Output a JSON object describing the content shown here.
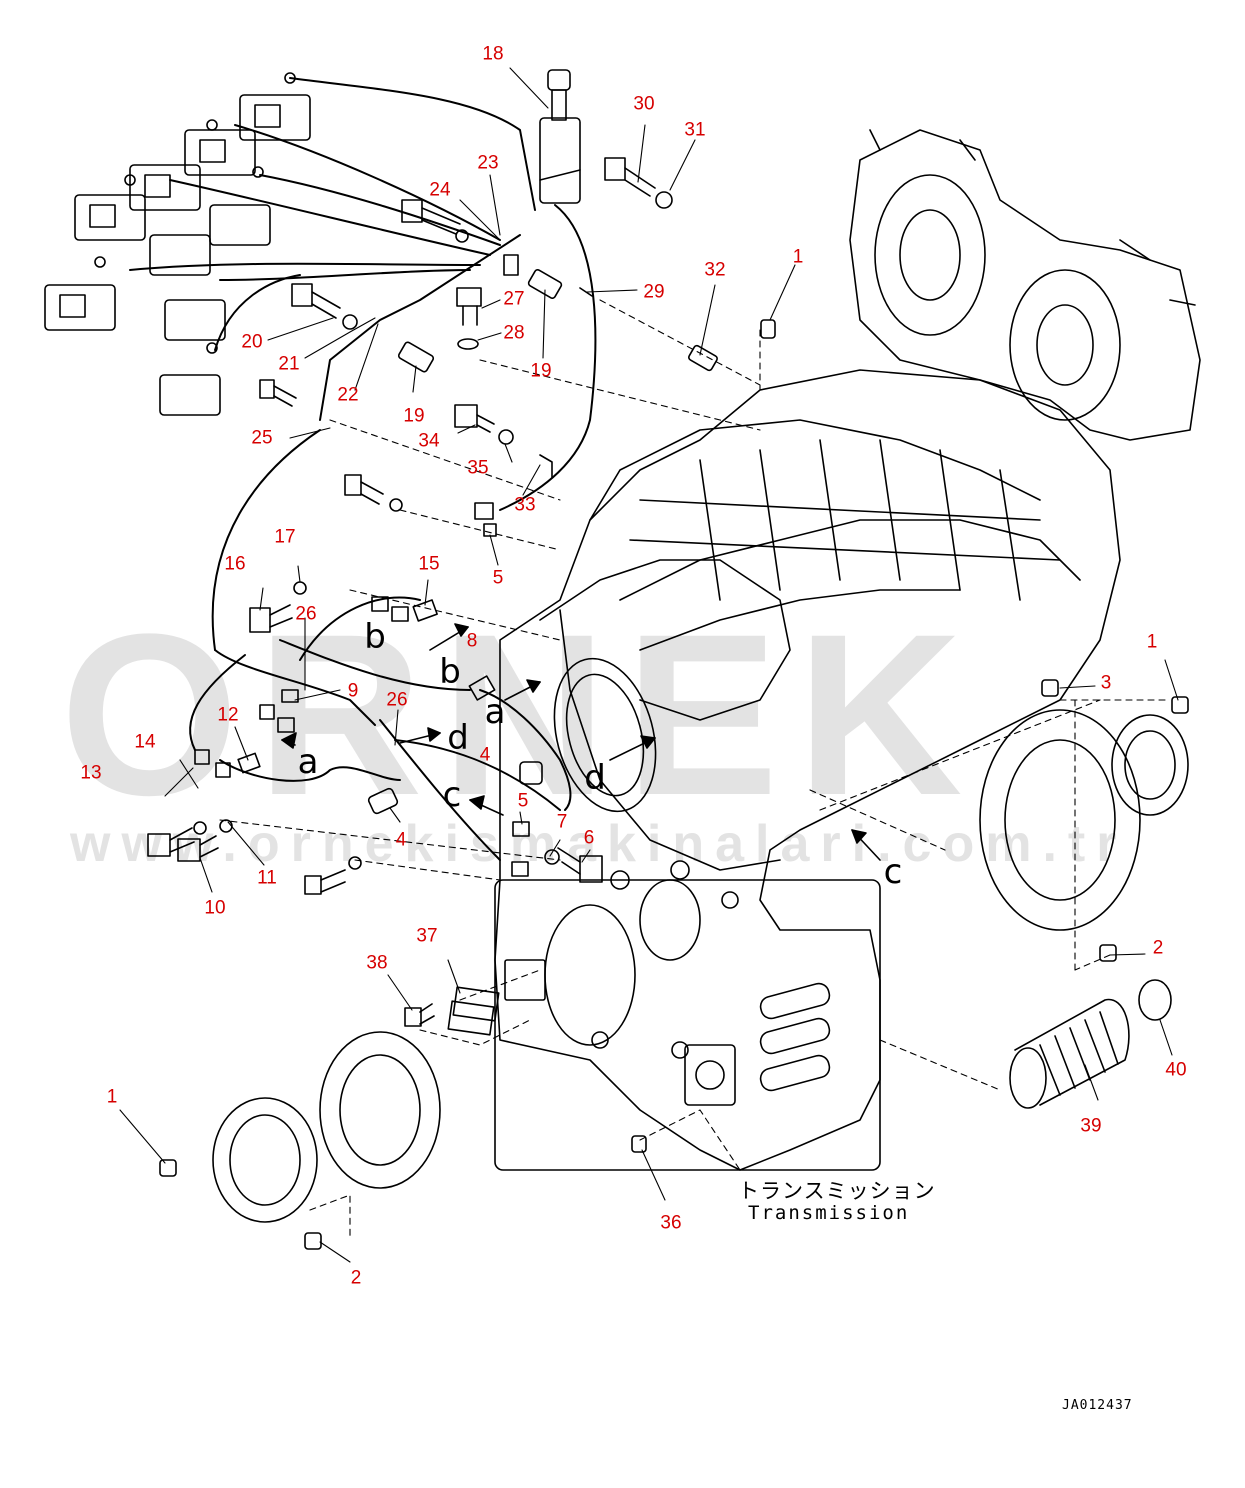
{
  "watermark": {
    "logo_text": "ORNEK",
    "url": "www.ornekismakinalari.com.tr"
  },
  "caption": {
    "japanese": "トランスミッション",
    "english": "Transmission"
  },
  "drawing_code": "JA012437",
  "callout_color": "#d60000",
  "callouts": [
    "18",
    "30",
    "31",
    "23",
    "24",
    "32",
    "1",
    "29",
    "27",
    "20",
    "28",
    "21",
    "19",
    "22",
    "19",
    "25",
    "34",
    "35",
    "33",
    "17",
    "16",
    "15",
    "26",
    "5",
    "8",
    "9",
    "26",
    "12",
    "4",
    "14",
    "13",
    "5",
    "7",
    "6",
    "11",
    "10",
    "4",
    "3",
    "1",
    "2",
    "37",
    "38",
    "39",
    "40",
    "1",
    "2",
    "36"
  ],
  "reference_letters": [
    "b",
    "b",
    "a",
    "a",
    "d",
    "d",
    "c",
    "c"
  ]
}
